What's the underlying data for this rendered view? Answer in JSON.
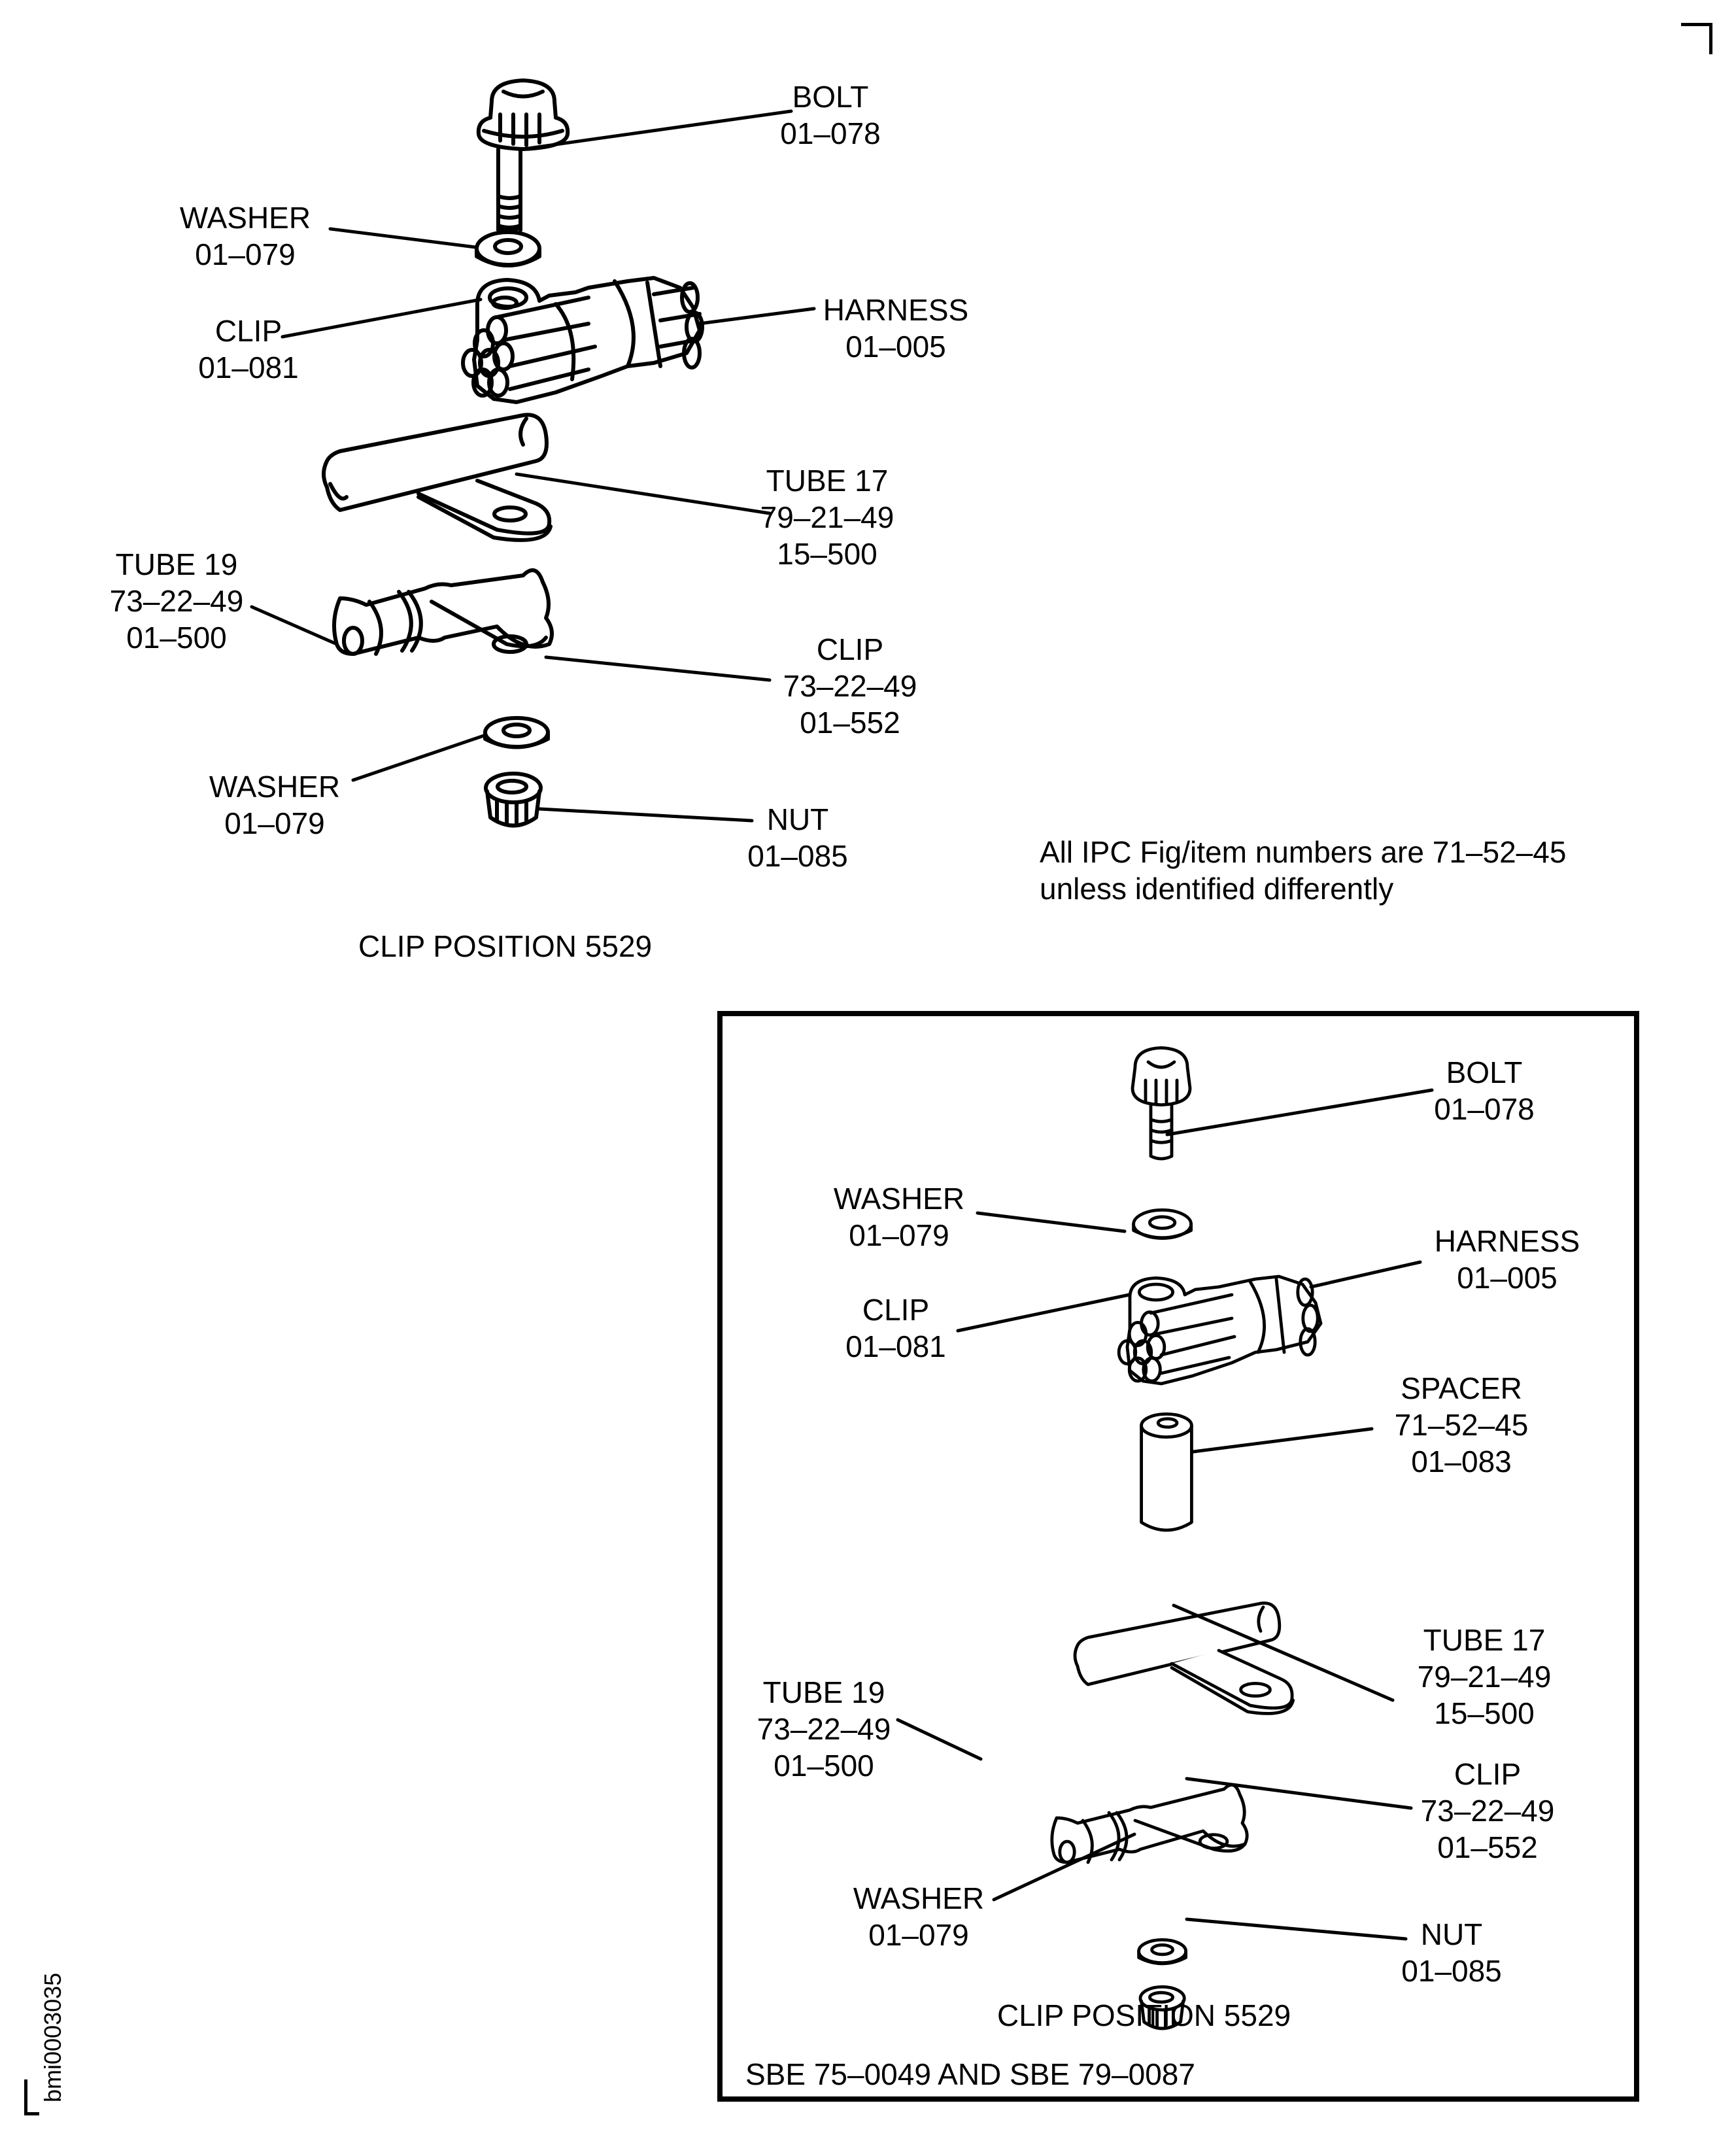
{
  "note": {
    "line1": "All IPC Fig/item numbers are 71–52–45",
    "line2": "unless identified differently"
  },
  "figure_id": "bmi0003035",
  "view_standard": {
    "caption": "CLIP POSITION 5529",
    "parts": {
      "bolt": {
        "name": "BOLT",
        "ref": [
          "01–078"
        ]
      },
      "washer_top": {
        "name": "WASHER",
        "ref": [
          "01–079"
        ]
      },
      "clip_top": {
        "name": "CLIP",
        "ref": [
          "01–081"
        ]
      },
      "harness": {
        "name": "HARNESS",
        "ref": [
          "01–005"
        ]
      },
      "tube17": {
        "name": "TUBE 17",
        "ref": [
          "79–21–49",
          "15–500"
        ]
      },
      "tube19": {
        "name": "TUBE 19",
        "ref": [
          "73–22–49",
          "01–500"
        ]
      },
      "clip_bottom": {
        "name": "CLIP",
        "ref": [
          "73–22–49",
          "01–552"
        ]
      },
      "washer_bottom": {
        "name": "WASHER",
        "ref": [
          "01–079"
        ]
      },
      "nut": {
        "name": "NUT",
        "ref": [
          "01–085"
        ]
      }
    }
  },
  "view_sbe": {
    "caption": "CLIP POSITION  5529",
    "footer": "SBE 75–0049 AND SBE 79–0087",
    "parts": {
      "bolt": {
        "name": "BOLT",
        "ref": [
          "01–078"
        ]
      },
      "washer_top": {
        "name": "WASHER",
        "ref": [
          "01–079"
        ]
      },
      "clip_top": {
        "name": "CLIP",
        "ref": [
          "01–081"
        ]
      },
      "harness": {
        "name": "HARNESS",
        "ref": [
          "01–005"
        ]
      },
      "spacer": {
        "name": "SPACER",
        "ref": [
          "71–52–45",
          "01–083"
        ]
      },
      "tube17": {
        "name": "TUBE 17",
        "ref": [
          "79–21–49",
          "15–500"
        ]
      },
      "tube19": {
        "name": "TUBE 19",
        "ref": [
          "73–22–49",
          "01–500"
        ]
      },
      "clip_bottom": {
        "name": "CLIP",
        "ref": [
          "73–22–49",
          "01–552"
        ]
      },
      "washer_bottom": {
        "name": "WASHER",
        "ref": [
          "01–079"
        ]
      },
      "nut": {
        "name": "NUT",
        "ref": [
          "01–085"
        ]
      }
    }
  }
}
